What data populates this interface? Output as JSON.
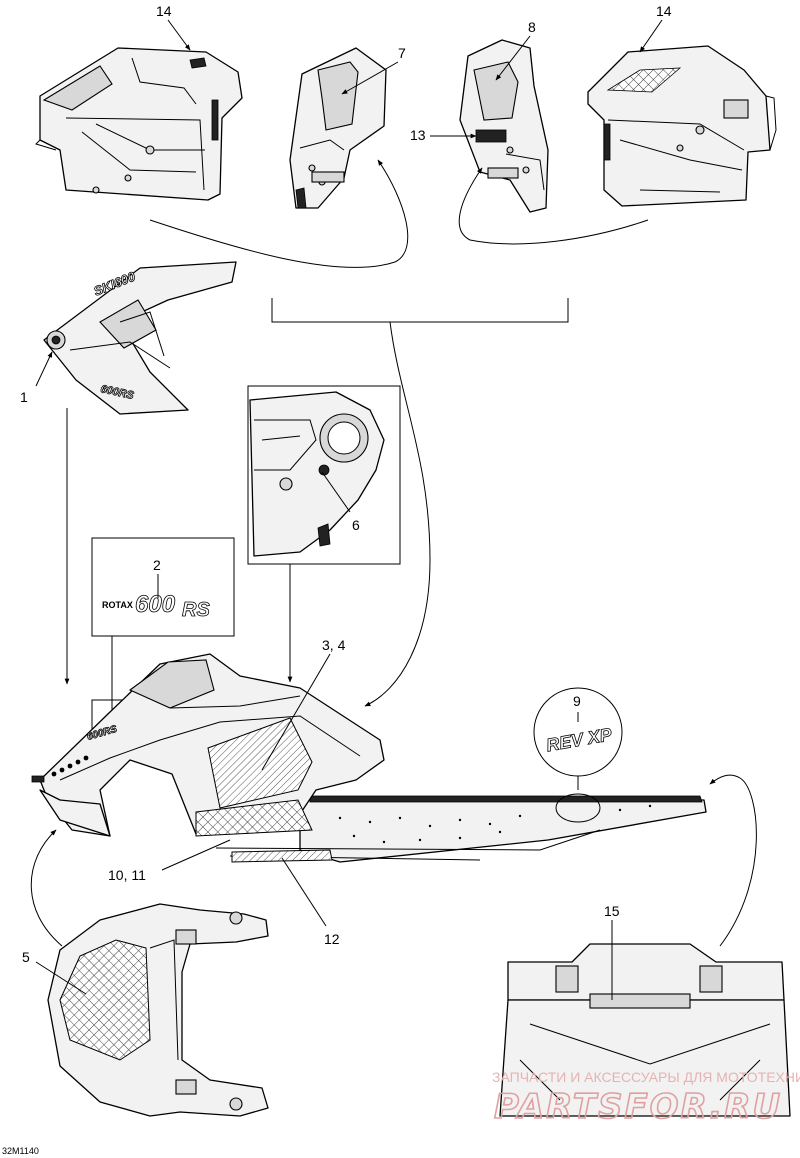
{
  "callouts": {
    "c1": "1",
    "c2": "2",
    "c3_4": "3, 4",
    "c5": "5",
    "c6": "6",
    "c7": "7",
    "c8": "8",
    "c9": "9",
    "c10_11": "10, 11",
    "c12": "12",
    "c13": "13",
    "c14_left": "14",
    "c14_right": "14",
    "c15": "15"
  },
  "decals": {
    "rotax_word": "ROTAX",
    "rotax_number": "600",
    "rotax_suffix": "RS",
    "rev_xp": "REV XP"
  },
  "figure_id": "32M1140",
  "watermark": {
    "line1": "ЗАПЧАСТИ И АКСЕССУАРЫ ДЛЯ МОТОТЕХНИКИ",
    "line2": "PARTSFOR.RU"
  }
}
